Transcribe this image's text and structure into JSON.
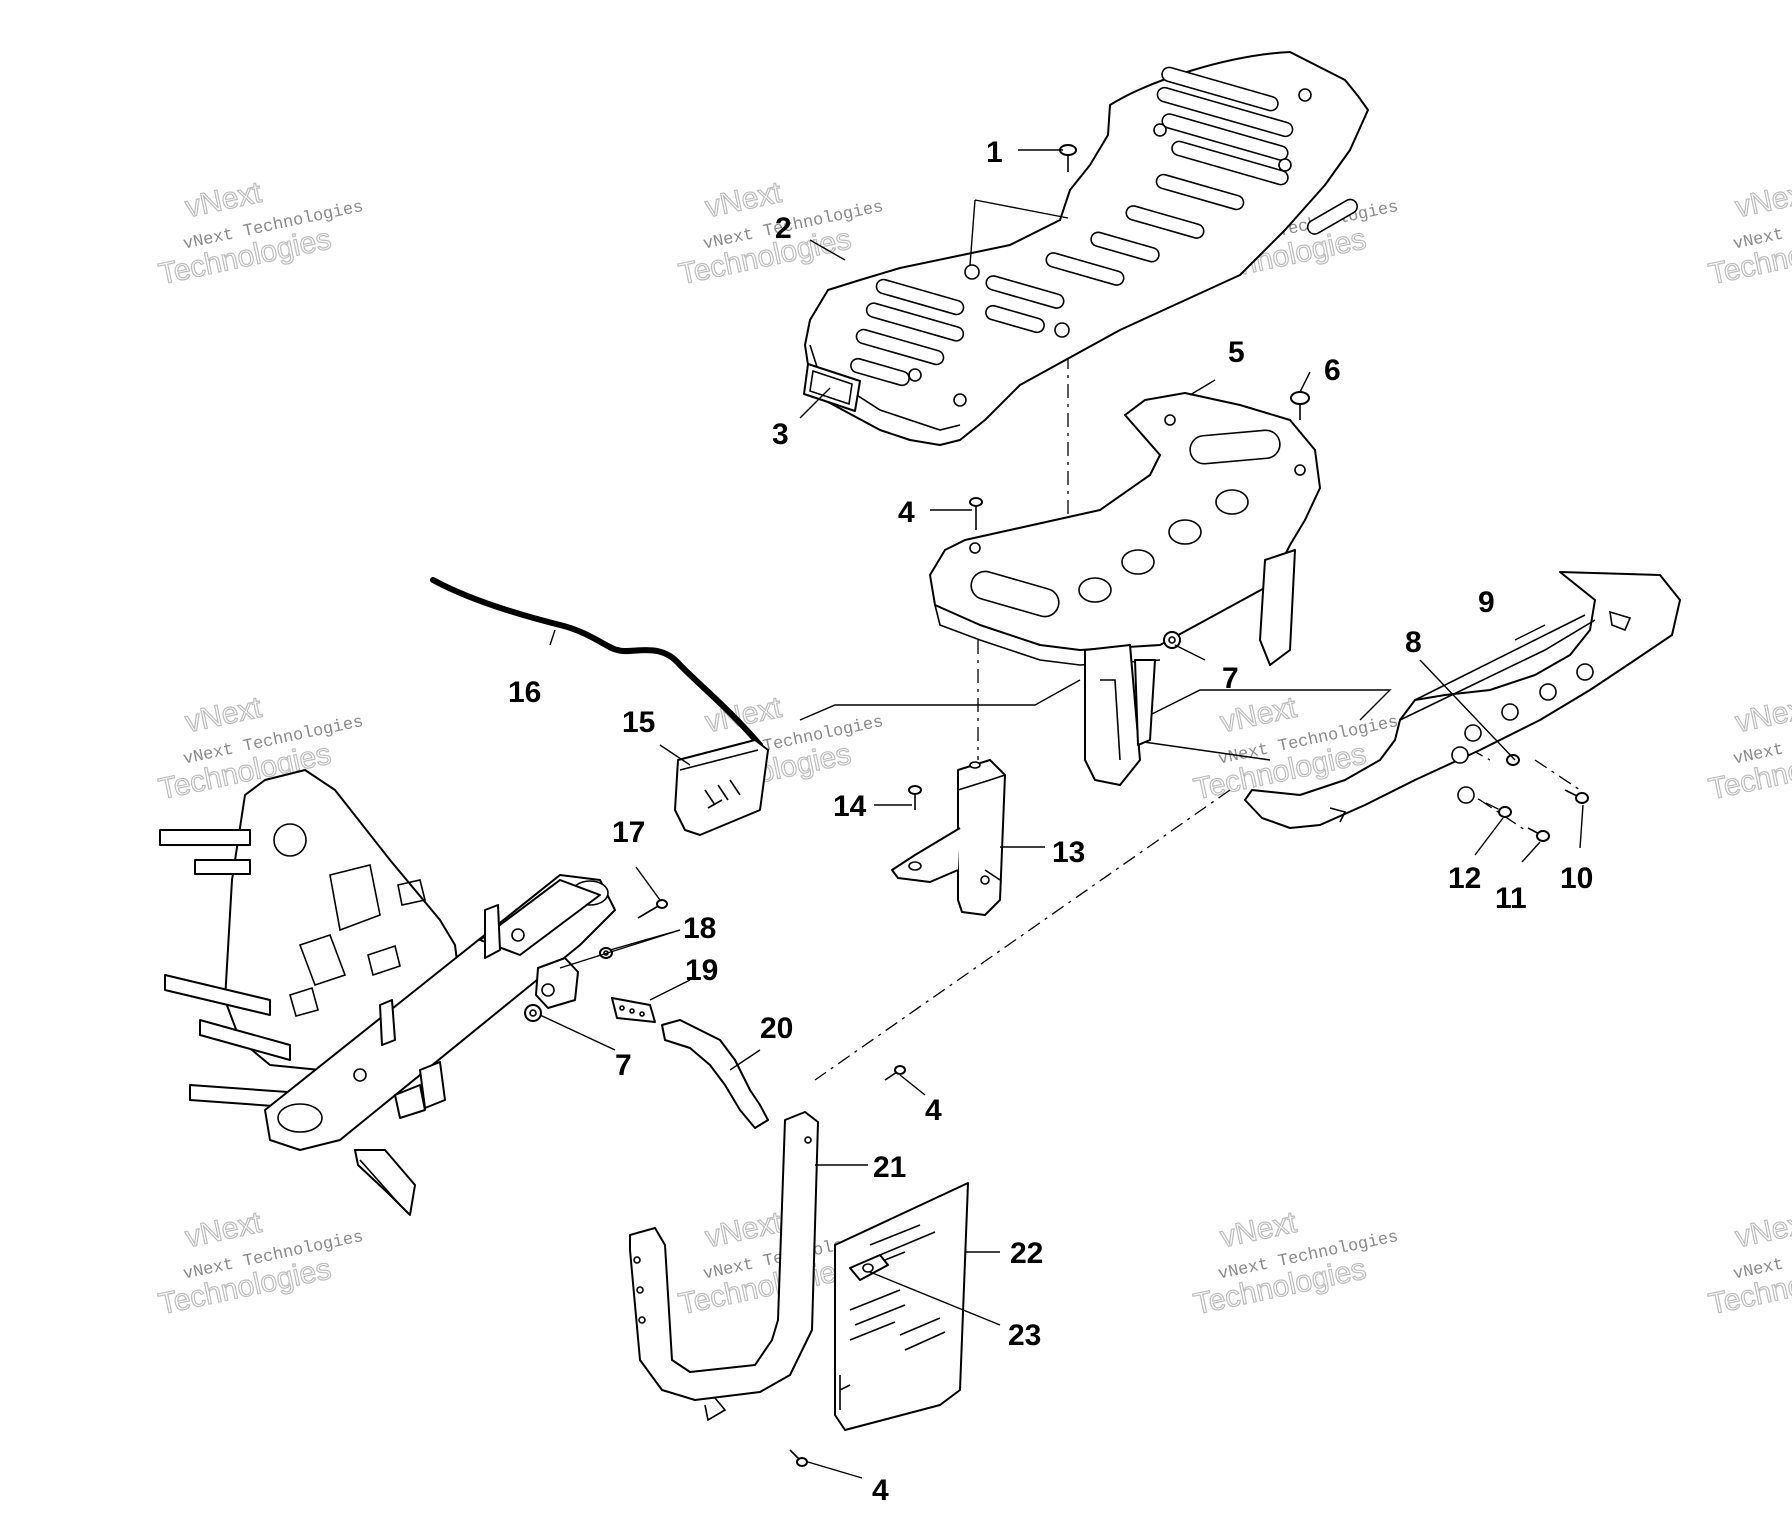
{
  "watermark": {
    "top": "vNext",
    "line": "vNext Technologies",
    "big": "Technologies"
  },
  "callouts": {
    "c1": "1",
    "c2": "2",
    "c3": "3",
    "c4a": "4",
    "c4b": "4",
    "c4c": "4",
    "c5": "5",
    "c6": "6",
    "c7a": "7",
    "c7b": "7",
    "c8": "8",
    "c9": "9",
    "c10": "10",
    "c11": "11",
    "c12": "12",
    "c13": "13",
    "c14": "14",
    "c15": "15",
    "c16": "16",
    "c17": "17",
    "c18": "18",
    "c19": "19",
    "c20": "20",
    "c21": "21",
    "c22": "22",
    "c23": "23"
  }
}
